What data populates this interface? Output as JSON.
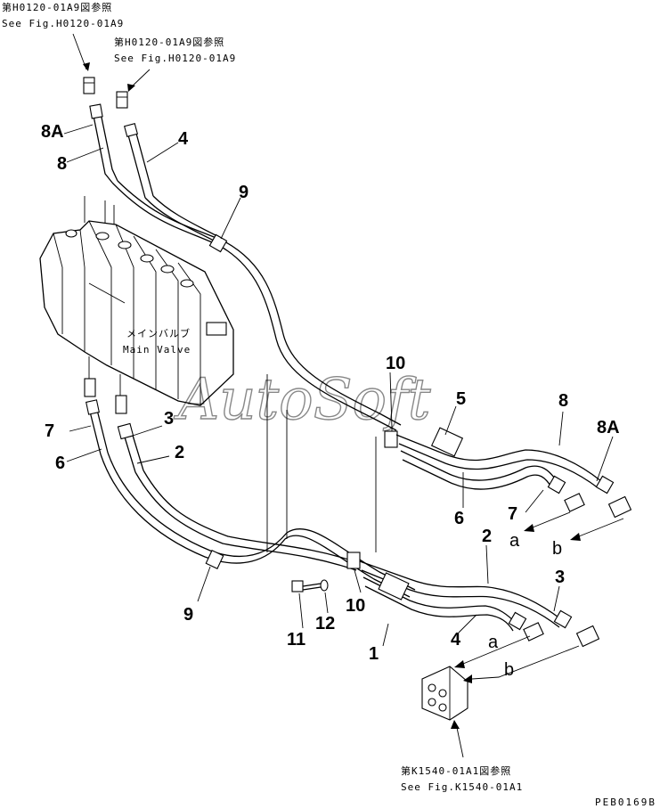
{
  "references": {
    "top_left": {
      "jp": "第H0120-01A9図参照",
      "en": "See Fig.H0120-01A9"
    },
    "top_right": {
      "jp": "第H0120-01A9図参照",
      "en": "See Fig.H0120-01A9"
    },
    "bottom": {
      "jp": "第K1540-01A1図参照",
      "en": "See Fig.K1540-01A1"
    }
  },
  "main_valve": {
    "jp": "メインバルブ",
    "en": "Main Valve"
  },
  "part_numbers": {
    "p1": "1",
    "p2a": "2",
    "p2b": "2",
    "p3a": "3",
    "p3b": "3",
    "p4a": "4",
    "p4b": "4",
    "p5": "5",
    "p6a": "6",
    "p6b": "6",
    "p7a": "7",
    "p7b": "7",
    "p8a": "8",
    "p8b": "8",
    "p8Aa": "8A",
    "p8Ab": "8A",
    "p9a": "9",
    "p9b": "9",
    "p10a": "10",
    "p10b": "10",
    "p11": "11",
    "p12": "12"
  },
  "connection_letters": {
    "a1": "a",
    "b1": "b",
    "a2": "a",
    "b2": "b"
  },
  "watermark": "AutoSoft",
  "figure_code": "PEB0169B"
}
